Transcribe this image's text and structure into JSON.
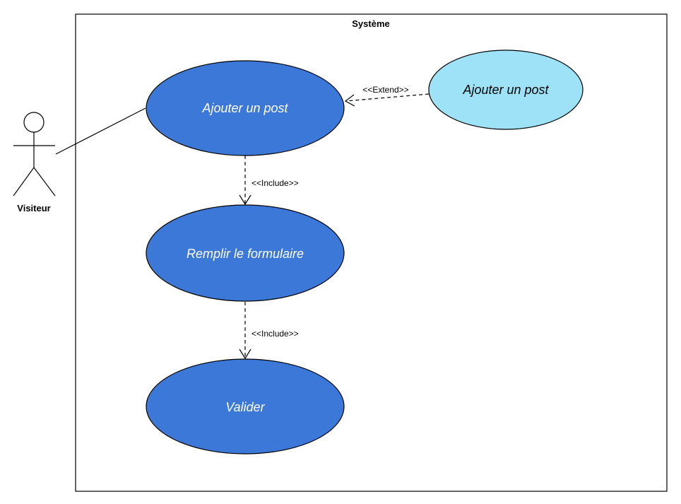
{
  "system": {
    "title": "Système"
  },
  "actor": {
    "name": "Visiteur"
  },
  "use_cases": {
    "add_post": {
      "label": "Ajouter un post"
    },
    "add_post_ext": {
      "label": "Ajouter un post"
    },
    "fill_form": {
      "label": "Remplir le formulaire"
    },
    "validate": {
      "label": "Valider"
    }
  },
  "relations": {
    "extend": {
      "label": "<<Extend>>"
    },
    "include_1": {
      "label": "<<Include>>"
    },
    "include_2": {
      "label": "<<Include>>"
    }
  },
  "colors": {
    "primary_use_case": "#3c78d8",
    "extension_use_case": "#9ee2f7",
    "primary_text": "#ffffff",
    "extension_text": "#000000",
    "stroke": "#000000"
  }
}
